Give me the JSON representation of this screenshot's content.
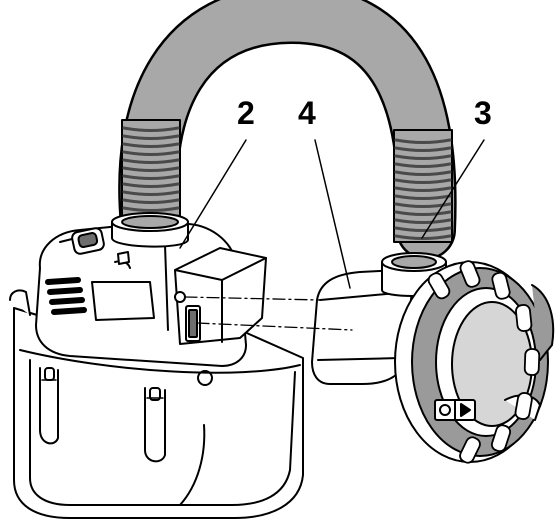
{
  "diagram": {
    "callouts": [
      {
        "id": "2"
      },
      {
        "id": "4"
      },
      {
        "id": "3"
      }
    ],
    "colors": {
      "hose": "#a8a8a8",
      "hose_ribs": "#4a4a4a",
      "body": "#ffffff",
      "gray": "#9a9a9a",
      "dark": "#6e6e6e",
      "line": "#000000",
      "lens": "#d6d6d6"
    }
  }
}
